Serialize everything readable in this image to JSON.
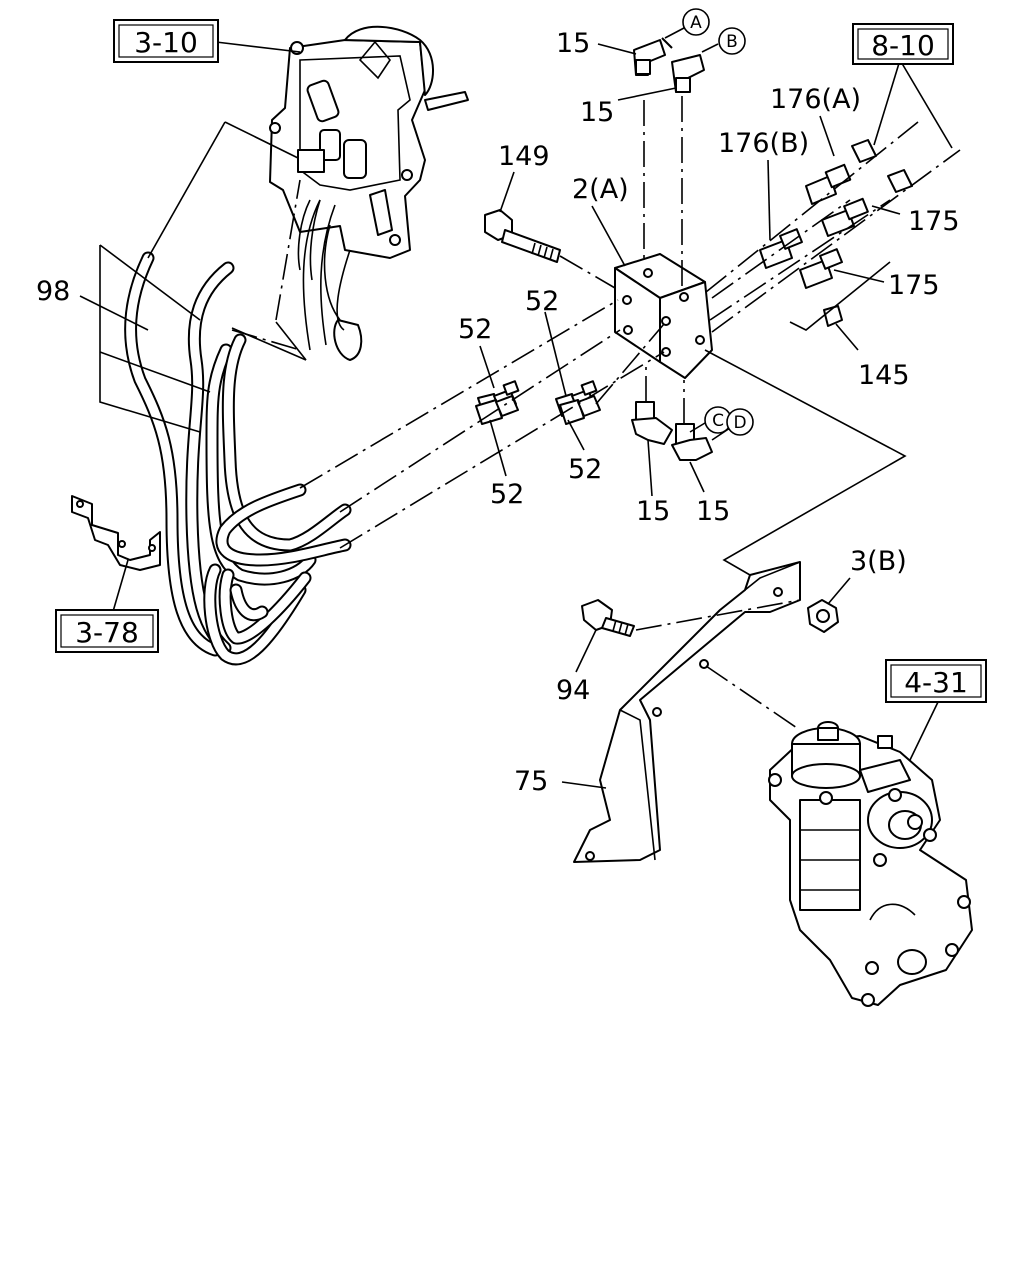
{
  "references": {
    "r_3_10": "3-10",
    "r_8_10": "8-10",
    "r_3_78": "3-78",
    "r_4_31": "4-31"
  },
  "parts": {
    "p15": "15",
    "p149": "149",
    "p2a": "2(A)",
    "p176a": "176(A)",
    "p176b": "176(B)",
    "p175": "175",
    "p145": "145",
    "p98": "98",
    "p52": "52",
    "p3b": "3(B)",
    "p94": "94",
    "p75": "75"
  },
  "connectors": {
    "a": "A",
    "b": "B",
    "c": "C",
    "d": "D"
  }
}
